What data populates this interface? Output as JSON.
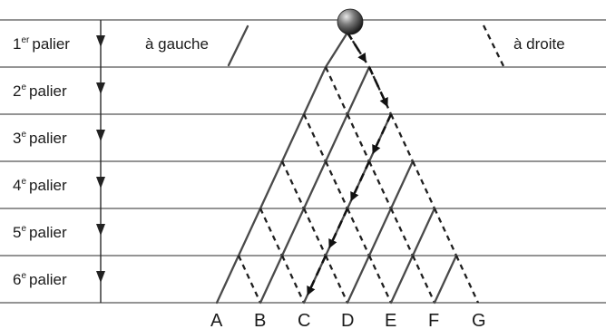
{
  "levels": [
    {
      "label": "1",
      "suffix": "er",
      "word": "palier"
    },
    {
      "label": "2",
      "suffix": "e",
      "word": "palier"
    },
    {
      "label": "3",
      "suffix": "e",
      "word": "palier"
    },
    {
      "label": "4",
      "suffix": "e",
      "word": "palier"
    },
    {
      "label": "5",
      "suffix": "e",
      "word": "palier"
    },
    {
      "label": "6",
      "suffix": "e",
      "word": "palier"
    }
  ],
  "direction_labels": {
    "left": "à gauche",
    "right": "à droite"
  },
  "bins": [
    "A",
    "B",
    "C",
    "D",
    "E",
    "F",
    "G"
  ],
  "colors": {
    "ball": "#555555",
    "lines": "#333333"
  }
}
